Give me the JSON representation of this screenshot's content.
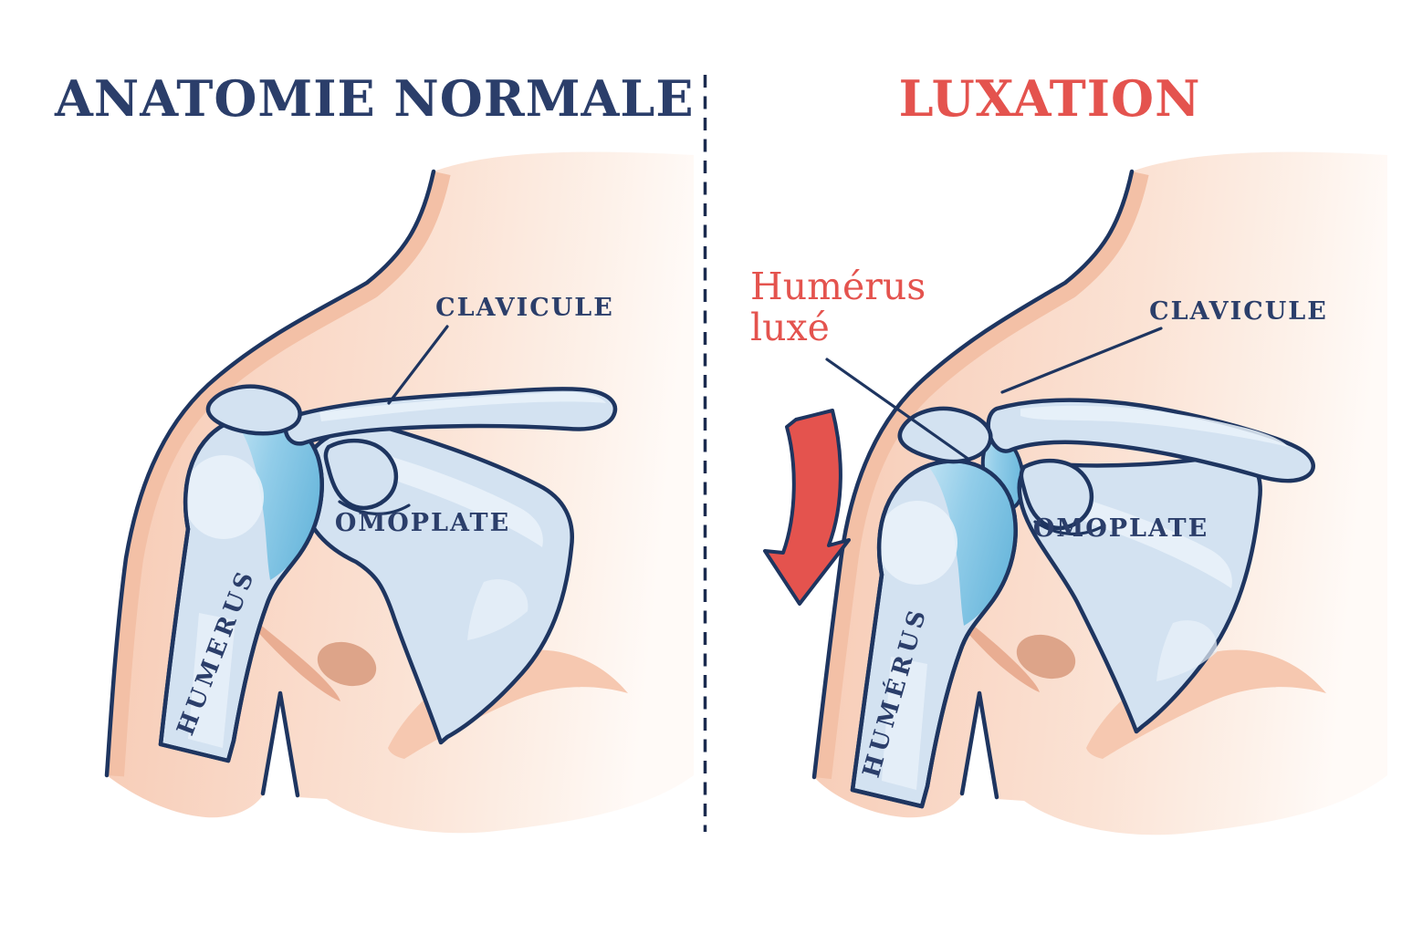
{
  "header": {
    "left_title": "ANATOMIE NORMALE",
    "right_title": "LUXATION"
  },
  "left_panel": {
    "labels": {
      "clavicle": "CLAVICULE",
      "scapula": "OMOPLATE",
      "humerus": "HUMERUS"
    }
  },
  "right_panel": {
    "labels": {
      "clavicle": "CLAVICULE",
      "scapula": "OMOPLATE",
      "humerus": "HUMÉRUS",
      "dislocated_humerus_line1": "Humérus",
      "dislocated_humerus_line2": "luxé"
    }
  },
  "colors": {
    "ink": "#1e3560",
    "titleNavy": "#2b3e6a",
    "red": "#e4534e",
    "bone": "#d3e2f1",
    "boneLight": "#e9f2fa",
    "cartilage": "#7cc2e1",
    "skin": "#f9d6c4",
    "skinShade": "#f3c0a6",
    "skinDeep": "#f0b79c",
    "nipple": "#dda489",
    "divider": "#1b2b4f",
    "paper": "#ffffff"
  }
}
